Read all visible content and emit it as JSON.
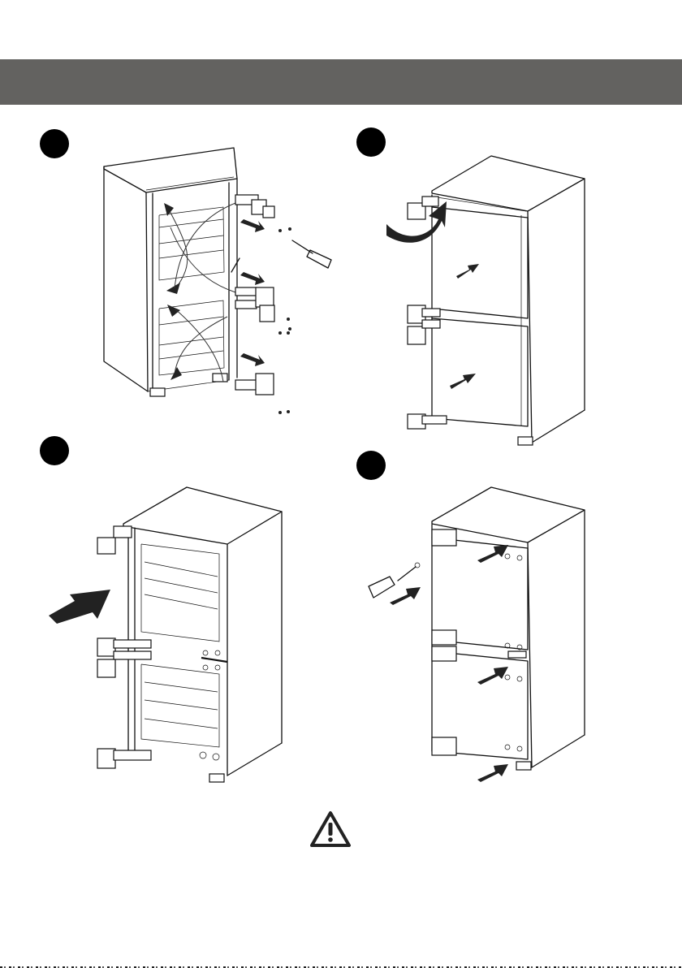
{
  "page": {
    "colors": {
      "header_band": "#636260",
      "step_marker": "#000000",
      "line_art": "#111111",
      "arrow": "#222222",
      "background": "#ffffff"
    },
    "header": {
      "band": "solid-grey-band"
    },
    "steps": [
      {
        "marker": "step-marker-1",
        "illustration": "remove-hinges-from-cabinet"
      },
      {
        "marker": "step-marker-2",
        "illustration": "mount-hinges-on-doors"
      },
      {
        "marker": "step-marker-3",
        "illustration": "push-door-assembly-to-cabinet"
      },
      {
        "marker": "step-marker-4",
        "illustration": "tighten-hinge-screws"
      }
    ],
    "icons": {
      "warning": "warning-triangle-icon",
      "screwdriver": "screwdriver-icon",
      "hinge": "hinge-icon",
      "screw": "screw-icon",
      "arrow": "direction-arrow-icon"
    }
  }
}
